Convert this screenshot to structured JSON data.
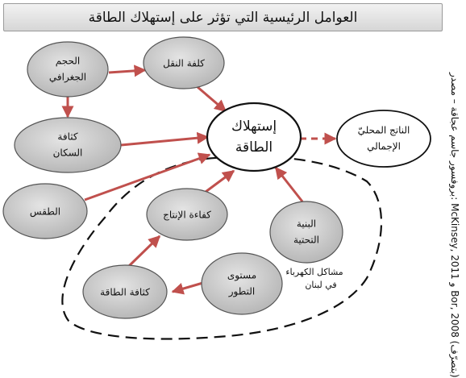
{
  "title": "العوامل الرئيسية التي تؤثر على إستهلاك الطاقة",
  "source_note": "بروفسور جاسم عجاقة – مصدر: McKinsey, 2011 و Bor, 2008 (بتصرّف)",
  "nodes": {
    "geographic_size": [
      "الحجم",
      "الجغرافي"
    ],
    "transport_cost": [
      "كلفة النقل"
    ],
    "population_density": [
      "كثافة",
      "السكان"
    ],
    "weather": [
      "الطقس"
    ],
    "energy_consumption": [
      "إستهلاك",
      "الطاقة"
    ],
    "gdp": [
      "الناتج المحليّ",
      "الإجمالي"
    ],
    "production_efficiency": [
      "كفاءة الإنتاج"
    ],
    "infrastructure": [
      "البنية",
      "التحتية"
    ],
    "development_level": [
      "مستوى",
      "التطور"
    ],
    "energy_density": [
      "كثافة الطاقة"
    ]
  },
  "annotation": [
    "مشاكل الكهرباء",
    "في لبنان"
  ],
  "colors": {
    "node_fill": "#c9c9c9",
    "arrow": "#c0504d",
    "main_fill": "#ffffff",
    "title_bg": "#e0e0e0"
  }
}
